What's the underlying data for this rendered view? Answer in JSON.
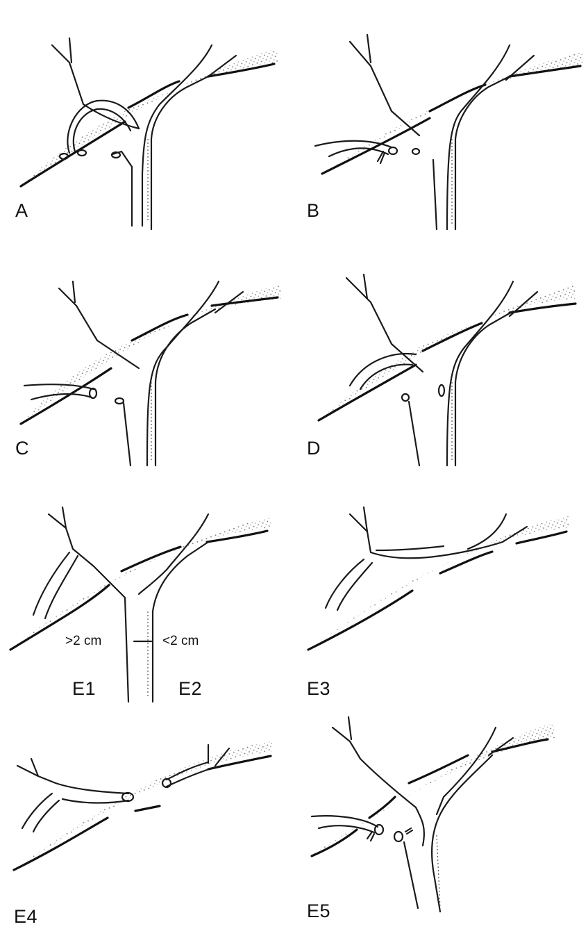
{
  "figure": {
    "description": "Line drawings of bile duct injury types shown against the liver hilum",
    "panels": [
      {
        "id": "A",
        "label": "A",
        "depiction": "cystic duct / accessory duct stump leak from liver bed"
      },
      {
        "id": "B",
        "label": "B",
        "depiction": "occlusion (ligation) of aberrant right hepatic duct"
      },
      {
        "id": "C",
        "label": "C",
        "depiction": "transection without ligation of aberrant right hepatic duct"
      },
      {
        "id": "D",
        "label": "D",
        "depiction": "lateral injury to extrahepatic bile duct"
      },
      {
        "id": "E12",
        "labels": [
          "E1",
          "E2"
        ],
        "measurements": [
          ">2 cm",
          "<2 cm"
        ],
        "depiction": "circumferential injury of major bile duct, level relative to confluence"
      },
      {
        "id": "E3",
        "label": "E3",
        "depiction": "hilar injury with preserved confluence"
      },
      {
        "id": "E4",
        "label": "E4",
        "depiction": "hilar injury with loss of confluence"
      },
      {
        "id": "E5",
        "label": "E5",
        "depiction": "injury of aberrant right duct with common hepatic duct"
      }
    ]
  },
  "colors": {
    "ink": "#1a1a1a",
    "background": "#ffffff",
    "stipple": "#6a6a6a"
  }
}
